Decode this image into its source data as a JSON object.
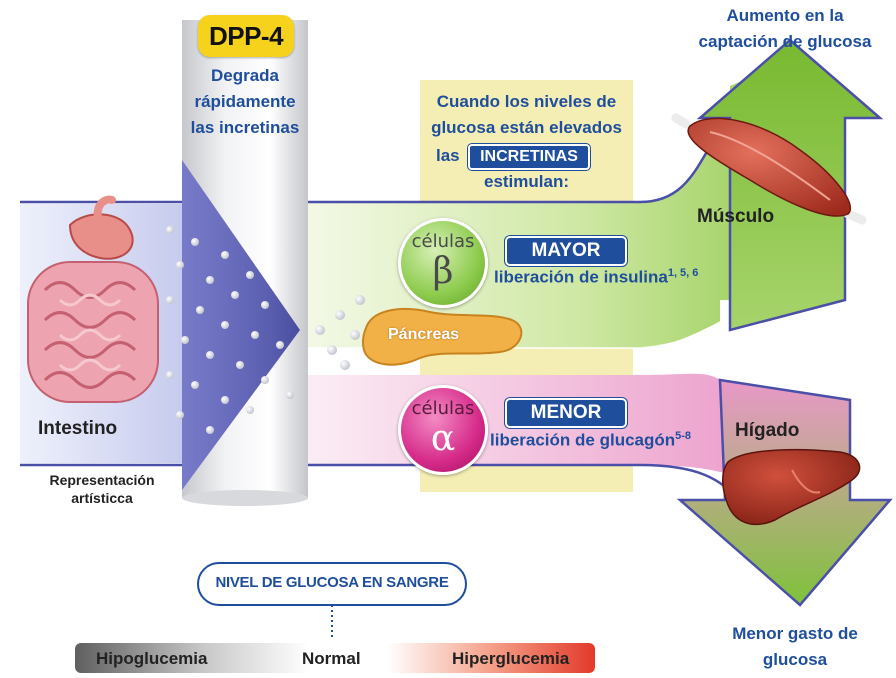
{
  "enzyme": {
    "name": "DPP-4",
    "description_lines": [
      "Degrada",
      "rápidamente",
      "las incretinas"
    ]
  },
  "incretins_box": {
    "line1": "Cuando los niveles de",
    "line2": "glucosa están elevados",
    "line3_prefix": "las",
    "line3_highlight": "INCRETINAS",
    "line4": "estimulan:"
  },
  "beta_cells": {
    "label": "células",
    "symbol": "β",
    "badge": "MAYOR",
    "effect": "liberación de insulina",
    "refs": "1, 5, 6"
  },
  "alpha_cells": {
    "label": "células",
    "symbol": "α",
    "badge": "MENOR",
    "effect": "liberación de glucagón",
    "refs": "5-8"
  },
  "organs": {
    "intestine": "Intestino",
    "pancreas": "Páncreas",
    "muscle": "Músculo",
    "liver": "Hígado"
  },
  "outcomes": {
    "muscle_line1": "Aumento en la",
    "muscle_line2": "captación de glucosa",
    "liver_line1": "Menor gasto de",
    "liver_line2": "glucosa"
  },
  "artistic_note": [
    "Representación",
    "artísticca"
  ],
  "glucose_scale": {
    "title": "NIVEL DE GLUCOSA EN SANGRE",
    "low": "Hipoglucemia",
    "normal": "Normal",
    "high": "Hiperglucemia"
  },
  "colors": {
    "blue_text": "#1f4e9c",
    "green_arrow": "#8cc63f",
    "pink_arrow": "#e88fc4",
    "beta_cell": "#7ac043",
    "alpha_cell": "#cc1d7d",
    "yellow_panel": "#f4eeb4",
    "dpp4_badge": "#f6d21d"
  }
}
